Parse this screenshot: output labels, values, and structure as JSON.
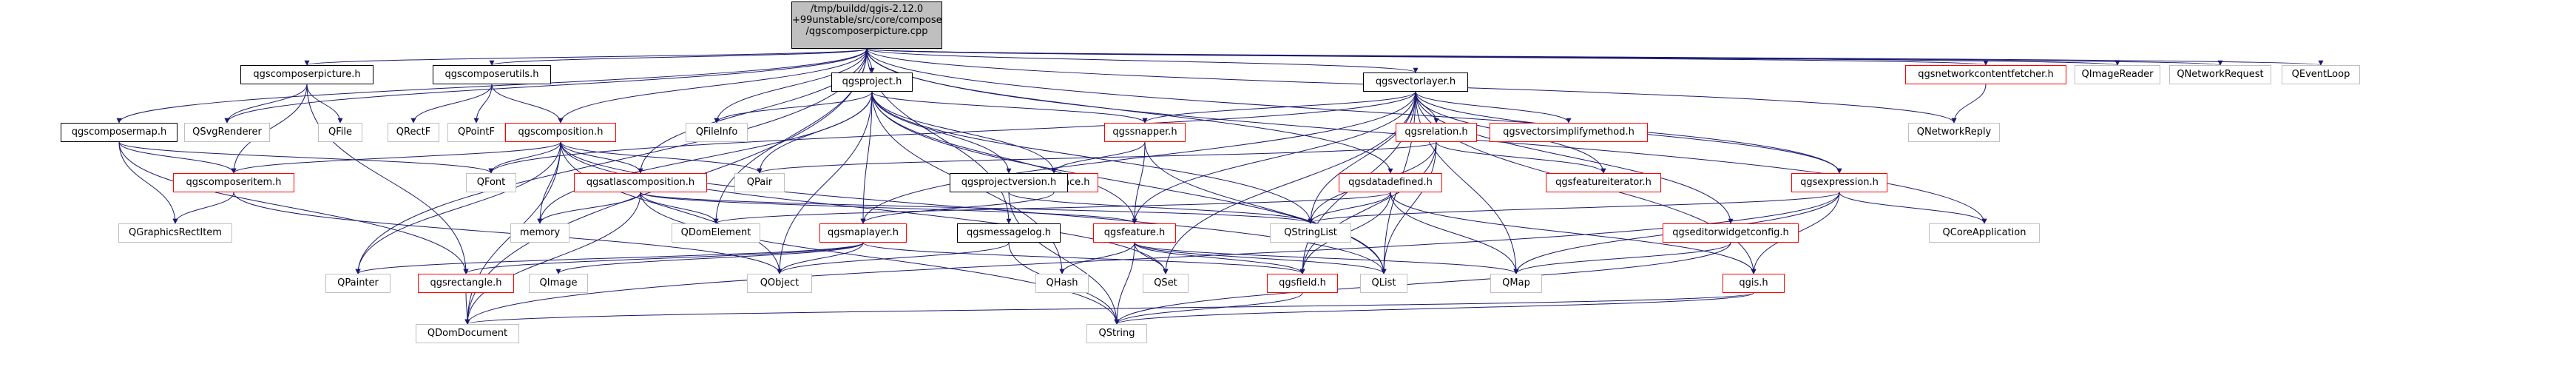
{
  "colors": {
    "edge": "#191970",
    "red_border": "#ff0000",
    "gray_border": "#bfbfbf",
    "root_fill": "#bfbfbf"
  },
  "root": {
    "lines": [
      "/tmp/buildd/qgis-2.12.0",
      "+99unstable/src/core/composer",
      "/qgscomposerpicture.cpp"
    ]
  },
  "nodes": {
    "qgscomposerpicture_h": "qgscomposerpicture.h",
    "qgscomposerutils_h": "qgscomposerutils.h",
    "qgsproject_h": "qgsproject.h",
    "qgsvectorlayer_h": "qgsvectorlayer.h",
    "qgsnetworkcontentfetcher_h": "qgsnetworkcontentfetcher.h",
    "qimagereader": "QImageReader",
    "qnetworkrequest": "QNetworkRequest",
    "qeventloop": "QEventLoop",
    "qgscomposermap_h": "qgscomposermap.h",
    "qsvgrenderer": "QSvgRenderer",
    "qfile": "QFile",
    "qrectf": "QRectF",
    "qpointf": "QPointF",
    "qgscomposition_h": "qgscomposition.h",
    "qfileinfo": "QFileInfo",
    "qgssnapper_h": "qgssnapper.h",
    "qgsrelation_h": "qgsrelation.h",
    "qgsvectorsimplifymethod_h": "qgsvectorsimplifymethod.h",
    "qnetworkreply": "QNetworkReply",
    "qgscomposeritem_h": "qgscomposeritem.h",
    "qfont": "QFont",
    "qpair": "QPair",
    "qgstolerance_h": "qgstolerance.h",
    "qgsfeatureiterator_h": "qgsfeatureiterator.h",
    "qgsexpression_h": "qgsexpression.h",
    "qgsatlascomposition_h": "qgsatlascomposition.h",
    "qgsprojectversion_h": "qgsprojectversion.h",
    "qgsdatadefined_h": "qgsdatadefined.h",
    "qgraphicsrectitem": "QGraphicsRectItem",
    "memory": "memory",
    "qdomelement": "QDomElement",
    "qgsmaplayer_h": "qgsmaplayer.h",
    "qgsmessagelog_h": "qgsmessagelog.h",
    "qgsfeature_h": "qgsfeature.h",
    "qstringlist": "QStringList",
    "qgseditorwidgetconfig_h": "qgseditorwidgetconfig.h",
    "qcoreapplication": "QCoreApplication",
    "qpainter": "QPainter",
    "qgsrectangle_h": "qgsrectangle.h",
    "qimage": "QImage",
    "qobject": "QObject",
    "qhash": "QHash",
    "qset": "QSet",
    "qgsfield_h": "qgsfield.h",
    "qlist": "QList",
    "qmap": "QMap",
    "qgis_h": "qgis.h",
    "qdomdocument": "QDomDocument",
    "qstring": "QString"
  }
}
